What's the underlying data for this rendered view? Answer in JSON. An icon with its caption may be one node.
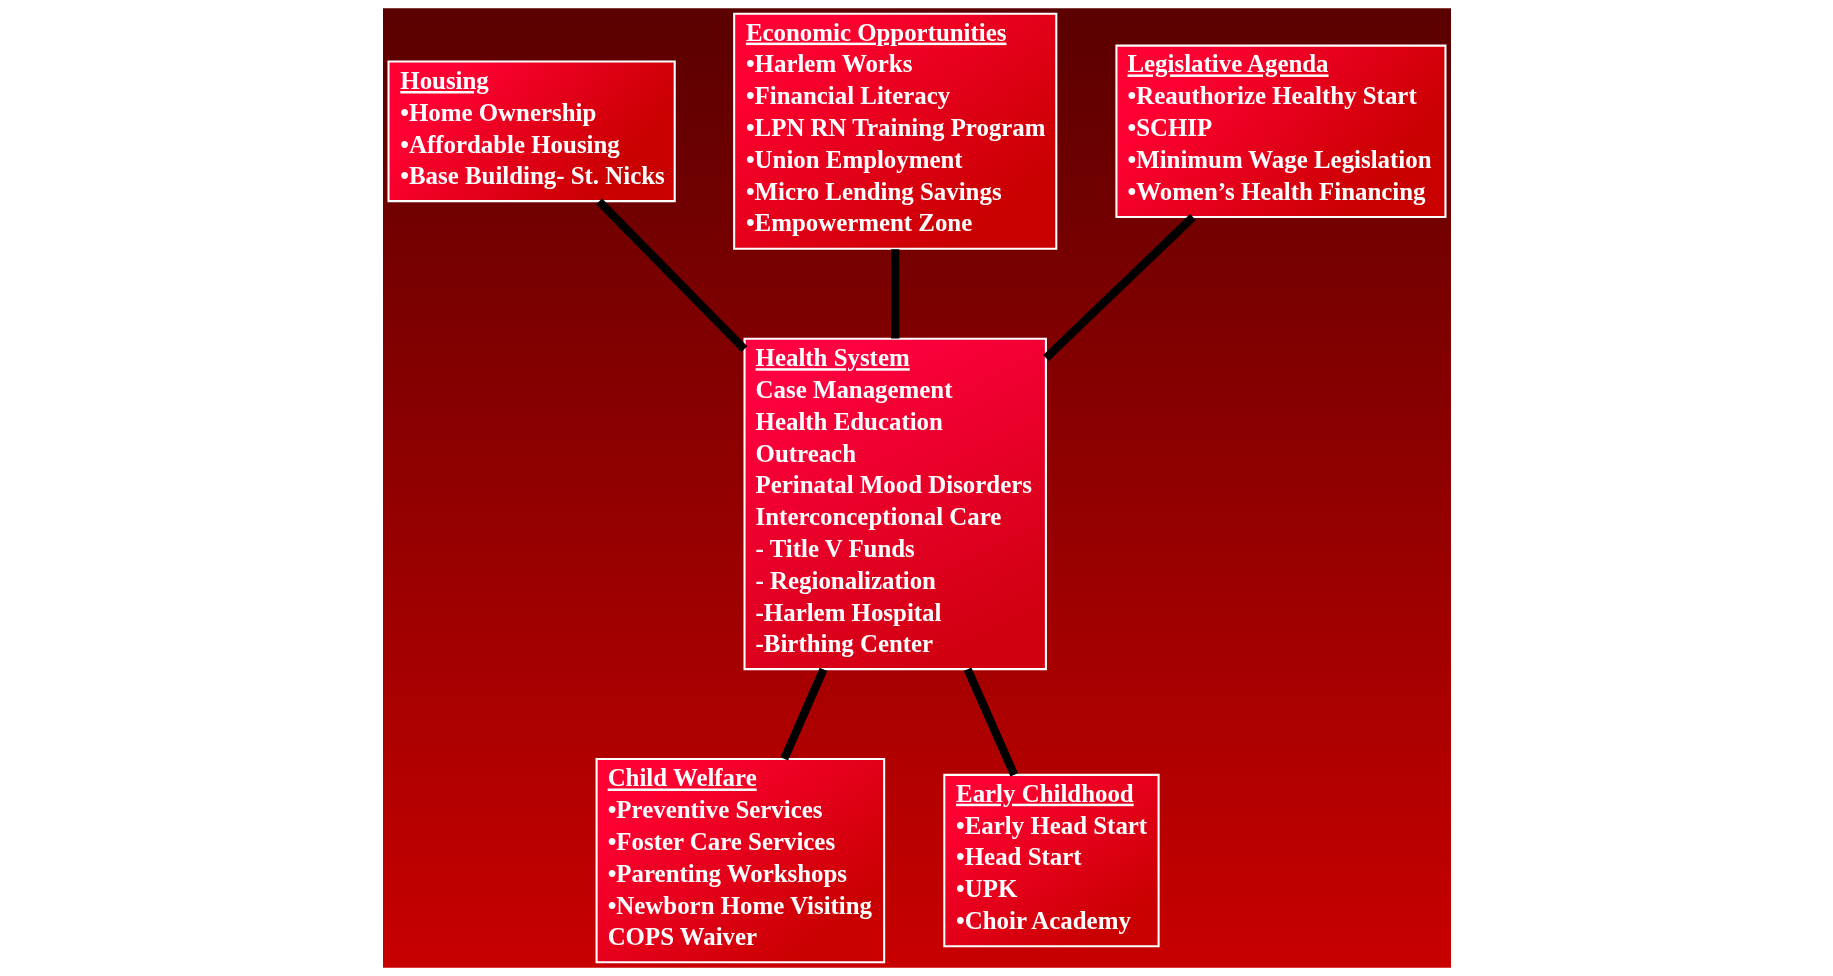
{
  "diagram": {
    "nodes": [
      {
        "text": [
          "Housing",
          "•Home Ownership",
          "•Affordable Housing",
          "•Base Building- St. Nicks"
        ]
      },
      {
        "text": [
          "Economic Opportunities",
          "•Harlem Works",
          "•Financial Literacy",
          "•LPN RN Training Program",
          "•Union Employment",
          "•Micro Lending Savings",
          "•Empowerment Zone"
        ]
      },
      {
        "text": [
          "Legislative Agenda",
          "•Reauthorize Healthy Start",
          "•SCHIP",
          "•Minimum Wage Legislation",
          "•Women’s Health Financing"
        ]
      },
      {
        "text": [
          "Health System",
          "Case Management",
          "Health Education",
          "Outreach",
          "Perinatal Mood Disorders",
          "Interconceptional Care",
          "- Title V Funds",
          "- Regionalization",
          "-Harlem Hospital",
          "-Birthing Center"
        ]
      },
      {
        "text": [
          "Child Welfare",
          "•Preventive Services",
          "•Foster Care Services",
          "•Parenting Workshops",
          "•Newborn Home Visiting",
          "COPS Waiver"
        ]
      },
      {
        "text": [
          "Early Childhood",
          "•Early Head Start",
          "•Head Start",
          "•UPK",
          "•Choir Academy"
        ]
      }
    ],
    "edges": [
      {
        "from": 0,
        "to": 3,
        "arrow": "none"
      },
      {
        "from": 1,
        "to": 3,
        "arrow": "none"
      },
      {
        "from": 2,
        "to": 3,
        "arrow": "none"
      },
      {
        "from": 3,
        "to": 4,
        "arrow": "none"
      },
      {
        "from": 3,
        "to": 5,
        "arrow": "none"
      }
    ]
  }
}
